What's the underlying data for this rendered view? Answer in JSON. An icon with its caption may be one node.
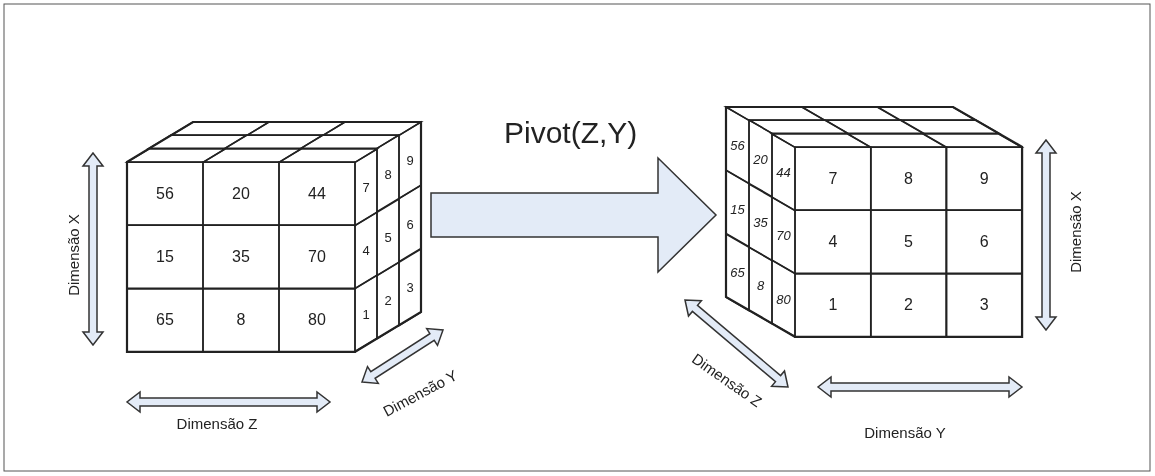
{
  "diagram": {
    "nodes": [
      {
        "text": [],
        "shape": "cube"
      },
      {
        "text": [],
        "shape": "parallelogram",
        "in": 0
      },
      {
        "text": [],
        "shape": "parallelogram",
        "in": 0
      },
      {
        "text": [],
        "shape": "parallelogram",
        "in": 0
      },
      {
        "text": [],
        "shape": "parallelogram",
        "in": 0
      },
      {
        "text": [],
        "shape": "parallelogram",
        "in": 0
      },
      {
        "text": [],
        "shape": "parallelogram",
        "in": 0
      },
      {
        "text": [],
        "shape": "parallelogram",
        "in": 0
      },
      {
        "text": [],
        "shape": "parallelogram",
        "in": 0
      },
      {
        "text": [],
        "shape": "parallelogram",
        "in": 0
      },
      {
        "text": [
          "56"
        ],
        "in": 0
      },
      {
        "text": [
          "20"
        ],
        "in": 0
      },
      {
        "text": [
          "44"
        ],
        "in": 0
      },
      {
        "text": [
          "15"
        ],
        "in": 0
      },
      {
        "text": [
          "35"
        ],
        "in": 0
      },
      {
        "text": [
          "70"
        ],
        "in": 0
      },
      {
        "text": [
          "65"
        ],
        "in": 0
      },
      {
        "text": [
          "8"
        ],
        "in": 0
      },
      {
        "text": [
          "80"
        ],
        "in": 0
      },
      {
        "text": [
          "7"
        ],
        "in": 0
      },
      {
        "text": [
          "8"
        ],
        "in": 0
      },
      {
        "text": [
          "9"
        ],
        "in": 0
      },
      {
        "text": [
          "4"
        ],
        "in": 0
      },
      {
        "text": [
          "5"
        ],
        "in": 0
      },
      {
        "text": [
          "6"
        ],
        "in": 0
      },
      {
        "text": [
          "1"
        ],
        "in": 0
      },
      {
        "text": [
          "2"
        ],
        "in": 0
      },
      {
        "text": [
          "3"
        ],
        "in": 0
      },
      {
        "text": [],
        "shape": "cube"
      },
      {
        "text": [],
        "shape": "parallelogram",
        "in": 28
      },
      {
        "text": [],
        "shape": "parallelogram",
        "in": 28
      },
      {
        "text": [],
        "shape": "parallelogram",
        "in": 28
      },
      {
        "text": [],
        "shape": "parallelogram",
        "in": 28
      },
      {
        "text": [],
        "shape": "parallelogram",
        "in": 28
      },
      {
        "text": [],
        "shape": "parallelogram",
        "in": 28
      },
      {
        "text": [],
        "shape": "parallelogram",
        "in": 28
      },
      {
        "text": [],
        "shape": "parallelogram",
        "in": 28
      },
      {
        "text": [],
        "shape": "parallelogram",
        "in": 28
      },
      {
        "text": [
          "56"
        ],
        "in": 28
      },
      {
        "text": [
          "20"
        ],
        "in": 28
      },
      {
        "text": [
          "44"
        ],
        "in": 28
      },
      {
        "text": [
          "15"
        ],
        "in": 28
      },
      {
        "text": [
          "35"
        ],
        "in": 28
      },
      {
        "text": [
          "70"
        ],
        "in": 28
      },
      {
        "text": [
          "65"
        ],
        "in": 28
      },
      {
        "text": [
          "8"
        ],
        "in": 28
      },
      {
        "text": [
          "80"
        ],
        "in": 28
      },
      {
        "text": [
          "7"
        ],
        "in": 28
      },
      {
        "text": [
          "8"
        ],
        "in": 28
      },
      {
        "text": [
          "9"
        ],
        "in": 28
      },
      {
        "text": [
          "4"
        ],
        "in": 28
      },
      {
        "text": [
          "5"
        ],
        "in": 28
      },
      {
        "text": [
          "6"
        ],
        "in": 28
      },
      {
        "text": [
          "1"
        ],
        "in": 28
      },
      {
        "text": [
          "2"
        ],
        "in": 28
      },
      {
        "text": [
          "3"
        ],
        "in": 28
      }
    ],
    "edges": [
      {
        "from": 0,
        "to": 28,
        "arrow": "to",
        "label": "Pivot(Z,Y)"
      }
    ],
    "labels": [
      "Dimensão X",
      "Dimensão Z",
      "Dimensão Y",
      "Dimensão Z",
      "Dimensão Y",
      "Dimensão X"
    ]
  }
}
